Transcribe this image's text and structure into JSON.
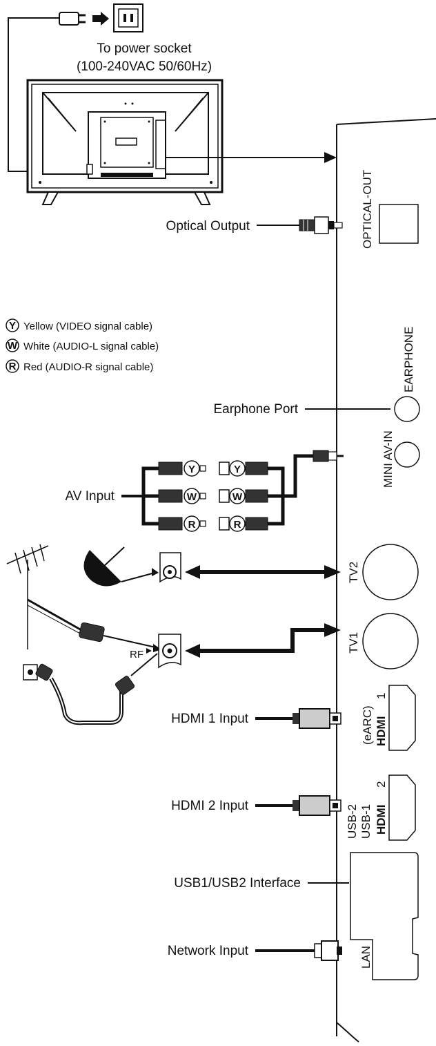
{
  "power": {
    "line1": "To power socket",
    "line2": "(100-240VAC 50/60Hz)"
  },
  "legend": [
    {
      "letter": "Y",
      "text": "Yellow (VIDEO signal cable)"
    },
    {
      "letter": "W",
      "text": "White (AUDIO-L signal cable)"
    },
    {
      "letter": "R",
      "text": "Red (AUDIO-R signal cable)"
    }
  ],
  "callouts": {
    "optical_output": "Optical Output",
    "earphone_port": "Earphone Port",
    "av_input": "AV Input",
    "hdmi1_input": "HDMI 1 Input",
    "hdmi2_input": "HDMI 2 Input",
    "usb_interface": "USB1/USB2 Interface",
    "network_input": "Network Input",
    "rf": "RF"
  },
  "panel_ports": {
    "optical_out": "OPTICAL-OUT",
    "earphone": "EARPHONE",
    "mini_av_in": "MINI  AV-IN",
    "tv2": "TV2",
    "tv1": "TV1",
    "earc": "(eARC)",
    "hdmi_logo": "HDMI",
    "hdmi1_num": "1",
    "hdmi2_num": "2",
    "usb2": "USB-2",
    "usb1": "USB-1",
    "lan": "LAN"
  },
  "rca_letters": [
    "Y",
    "W",
    "R"
  ]
}
